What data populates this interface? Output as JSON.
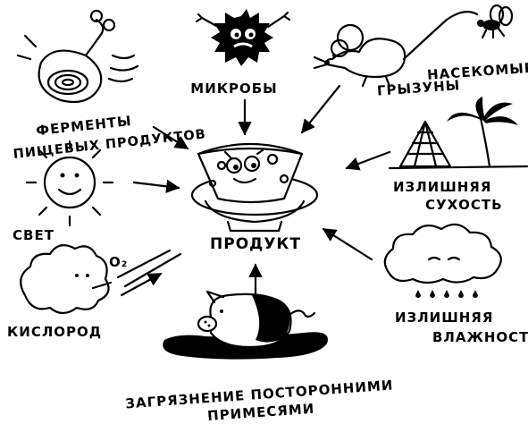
{
  "center": {
    "label": "ПРОДУКТ"
  },
  "factors": {
    "microbes": "МИКРОБЫ",
    "enzymes_line1": "ФЕРМЕНТЫ",
    "enzymes_line2": "ПИЩЕВЫХ ПРОДУКТОВ",
    "rodents": "ГРЫЗУНЫ",
    "insects": "НАСЕКОМЫЕ",
    "dryness_line1": "ИЗЛИШНЯЯ",
    "dryness_line2": "СУХОСТЬ",
    "light": "СВЕТ",
    "oxygen": "КИСЛОРОД",
    "o2": "O₂",
    "humidity_line1": "ИЗЛИШНЯЯ",
    "humidity_line2": "ВЛАЖНОСТЬ",
    "contamination_line1": "ЗАГРЯЗНЕНИЕ ПОСТОРОННИМИ",
    "contamination_line2": "ПРИМЕСЯМИ"
  },
  "colors": {
    "ink": "#000000",
    "background": "#ffffff"
  },
  "icons": [
    "cheese-on-plate-icon",
    "ham-leg-icon",
    "microbe-icon",
    "mouse-icon",
    "fly-icon",
    "pyramid-palm-icon",
    "sun-icon",
    "oxygen-cloud-icon",
    "rain-cloud-icon",
    "pig-in-mud-icon"
  ]
}
